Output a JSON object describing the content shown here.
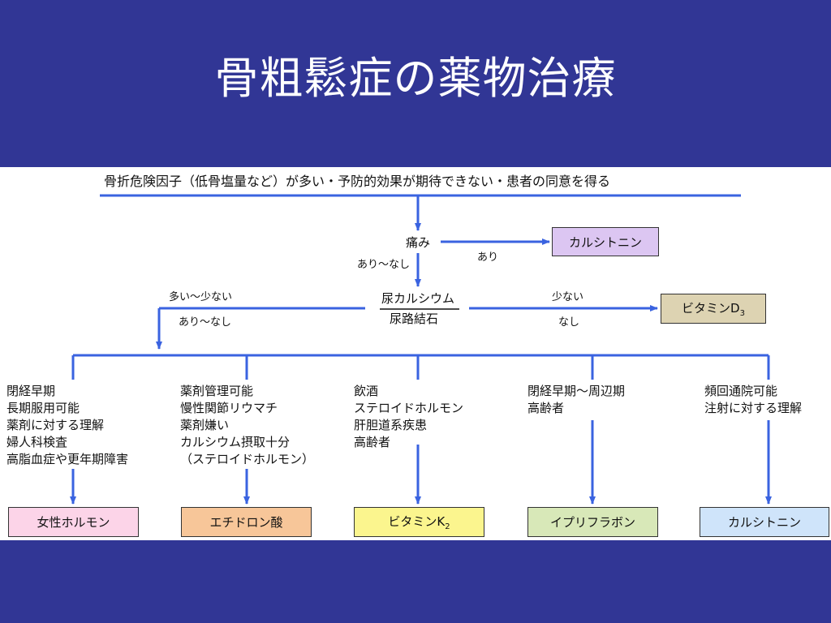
{
  "title": "骨粗鬆症の薬物治療",
  "colors": {
    "background": "#313695",
    "panel": "#ffffff",
    "arrow": "#3a63e0",
    "calcitonin_top": "#dcc6f2",
    "vitamin_d": "#ddd3b2",
    "estrogen": "#fcd4e8",
    "etidronate": "#f7c699",
    "vitamin_k": "#fbf58e",
    "ipriflavone": "#d8e8b8",
    "calcitonin_bottom": "#cfe4fa"
  },
  "diagram": {
    "top_condition": "骨折危険因子（低骨塩量など）が多い・予防的効果が期待できない・患者の同意を得る",
    "pain": {
      "label": "痛み",
      "yes_label": "あり",
      "range_label": "あり～なし",
      "result": "カルシトニン"
    },
    "urine": {
      "upper": "尿カルシウム",
      "lower": "尿路結石",
      "left_upper": "多い～少ない",
      "left_lower": "あり～なし",
      "right_upper": "少ない",
      "right_lower": "なし",
      "result_base": "ビタミンD",
      "result_sub": "3"
    },
    "branches": [
      {
        "criteria": [
          "閉経早期",
          "長期服用可能",
          "薬剤に対する理解",
          "婦人科検査",
          "高脂血症や更年期障害"
        ],
        "drug": "女性ホルモン"
      },
      {
        "criteria": [
          "薬剤管理可能",
          "慢性関節リウマチ",
          "薬剤嫌い",
          "カルシウム摂取十分",
          "（ステロイドホルモン）"
        ],
        "drug": "エチドロン酸"
      },
      {
        "criteria": [
          "飲酒",
          "ステロイドホルモン",
          "肝胆道系疾患",
          "高齢者"
        ],
        "drug_base": "ビタミンK",
        "drug_sub": "2"
      },
      {
        "criteria": [
          "閉経早期～周辺期",
          "高齢者"
        ],
        "drug": "イプリフラボン"
      },
      {
        "criteria": [
          "頻回通院可能",
          "注射に対する理解"
        ],
        "drug": "カルシトニン"
      }
    ]
  }
}
